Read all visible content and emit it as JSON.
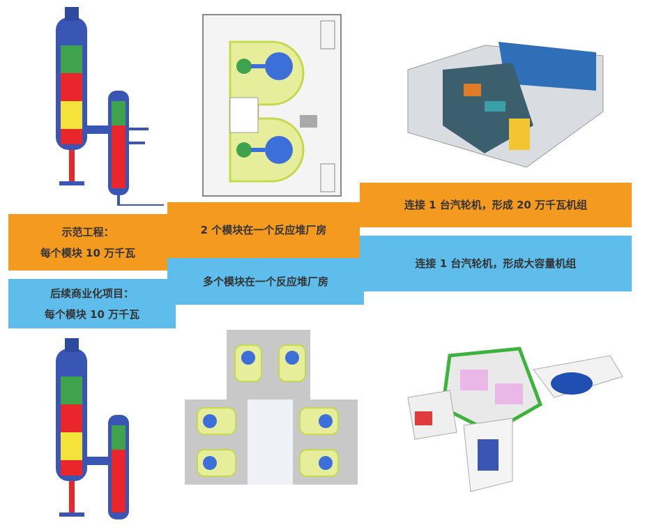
{
  "colors": {
    "orange": "#F49A1F",
    "blue": "#5EBDEA"
  },
  "rows": {
    "demo": {
      "module": {
        "line1": "示范工程：",
        "line2": "每个模块 10 万千瓦"
      },
      "building": "2 个模块在一个反应堆厂房",
      "turbine": "连接 1 台汽轮机，形成 20 万千瓦机组"
    },
    "commercial": {
      "module": {
        "line1": "后续商业化项目：",
        "line2": "每个模块 10 万千瓦"
      },
      "building": "多个模块在一个反应堆厂房",
      "turbine": "连接 1 台汽轮机，形成大容量机组"
    }
  }
}
